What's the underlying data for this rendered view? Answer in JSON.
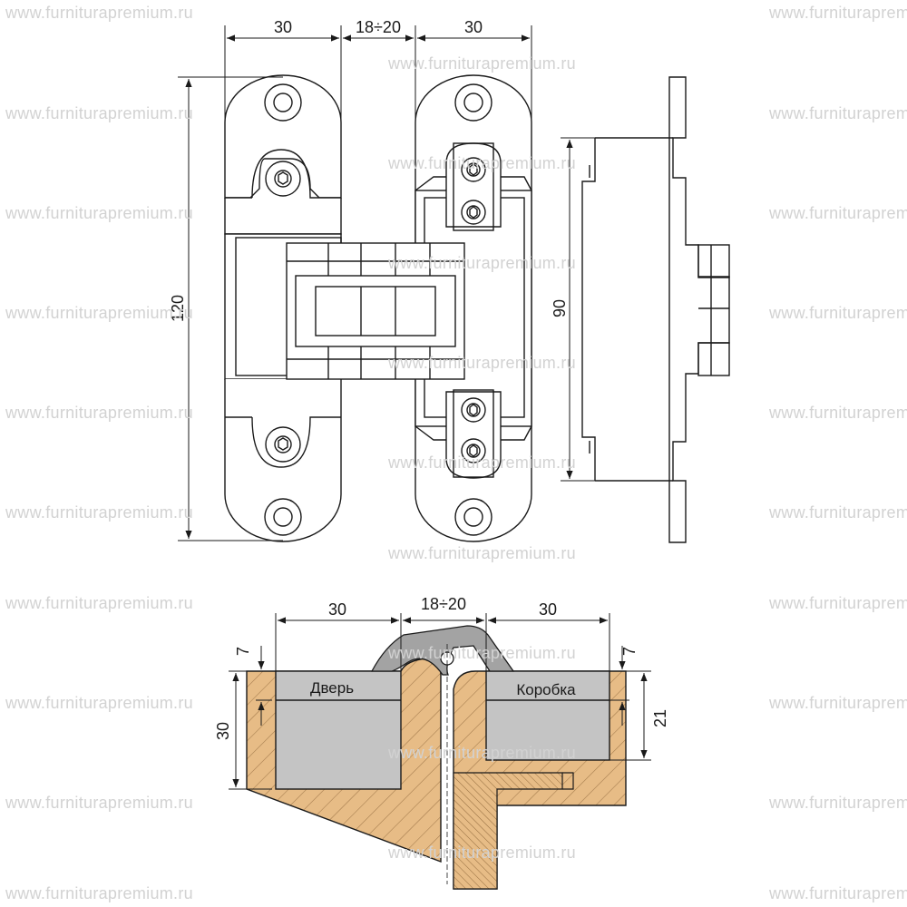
{
  "watermark": {
    "text": "www.furniturapremium.ru",
    "color": "#d2d2d2"
  },
  "front_view": {
    "dim_left_width": "30",
    "dim_gap": "18÷20",
    "dim_right_width": "30",
    "dim_total_height": "120"
  },
  "side_view": {
    "dim_height": "90"
  },
  "section_view": {
    "dim_left_width": "30",
    "dim_gap": "18÷20",
    "dim_right_width": "30",
    "dim_left_depth": "7",
    "dim_right_depth": "7",
    "dim_door_thickness": "30",
    "dim_frame_depth": "21",
    "label_door": "Дверь",
    "label_frame": "Коробка"
  },
  "colors": {
    "wood": "#e7bc86",
    "wood_hatch": "#a27a4c",
    "pocket_gray": "#c4c4c4",
    "hinge_gray": "#a3a3a3",
    "line": "#1a1a1a",
    "watermark": "#d2d2d2"
  }
}
